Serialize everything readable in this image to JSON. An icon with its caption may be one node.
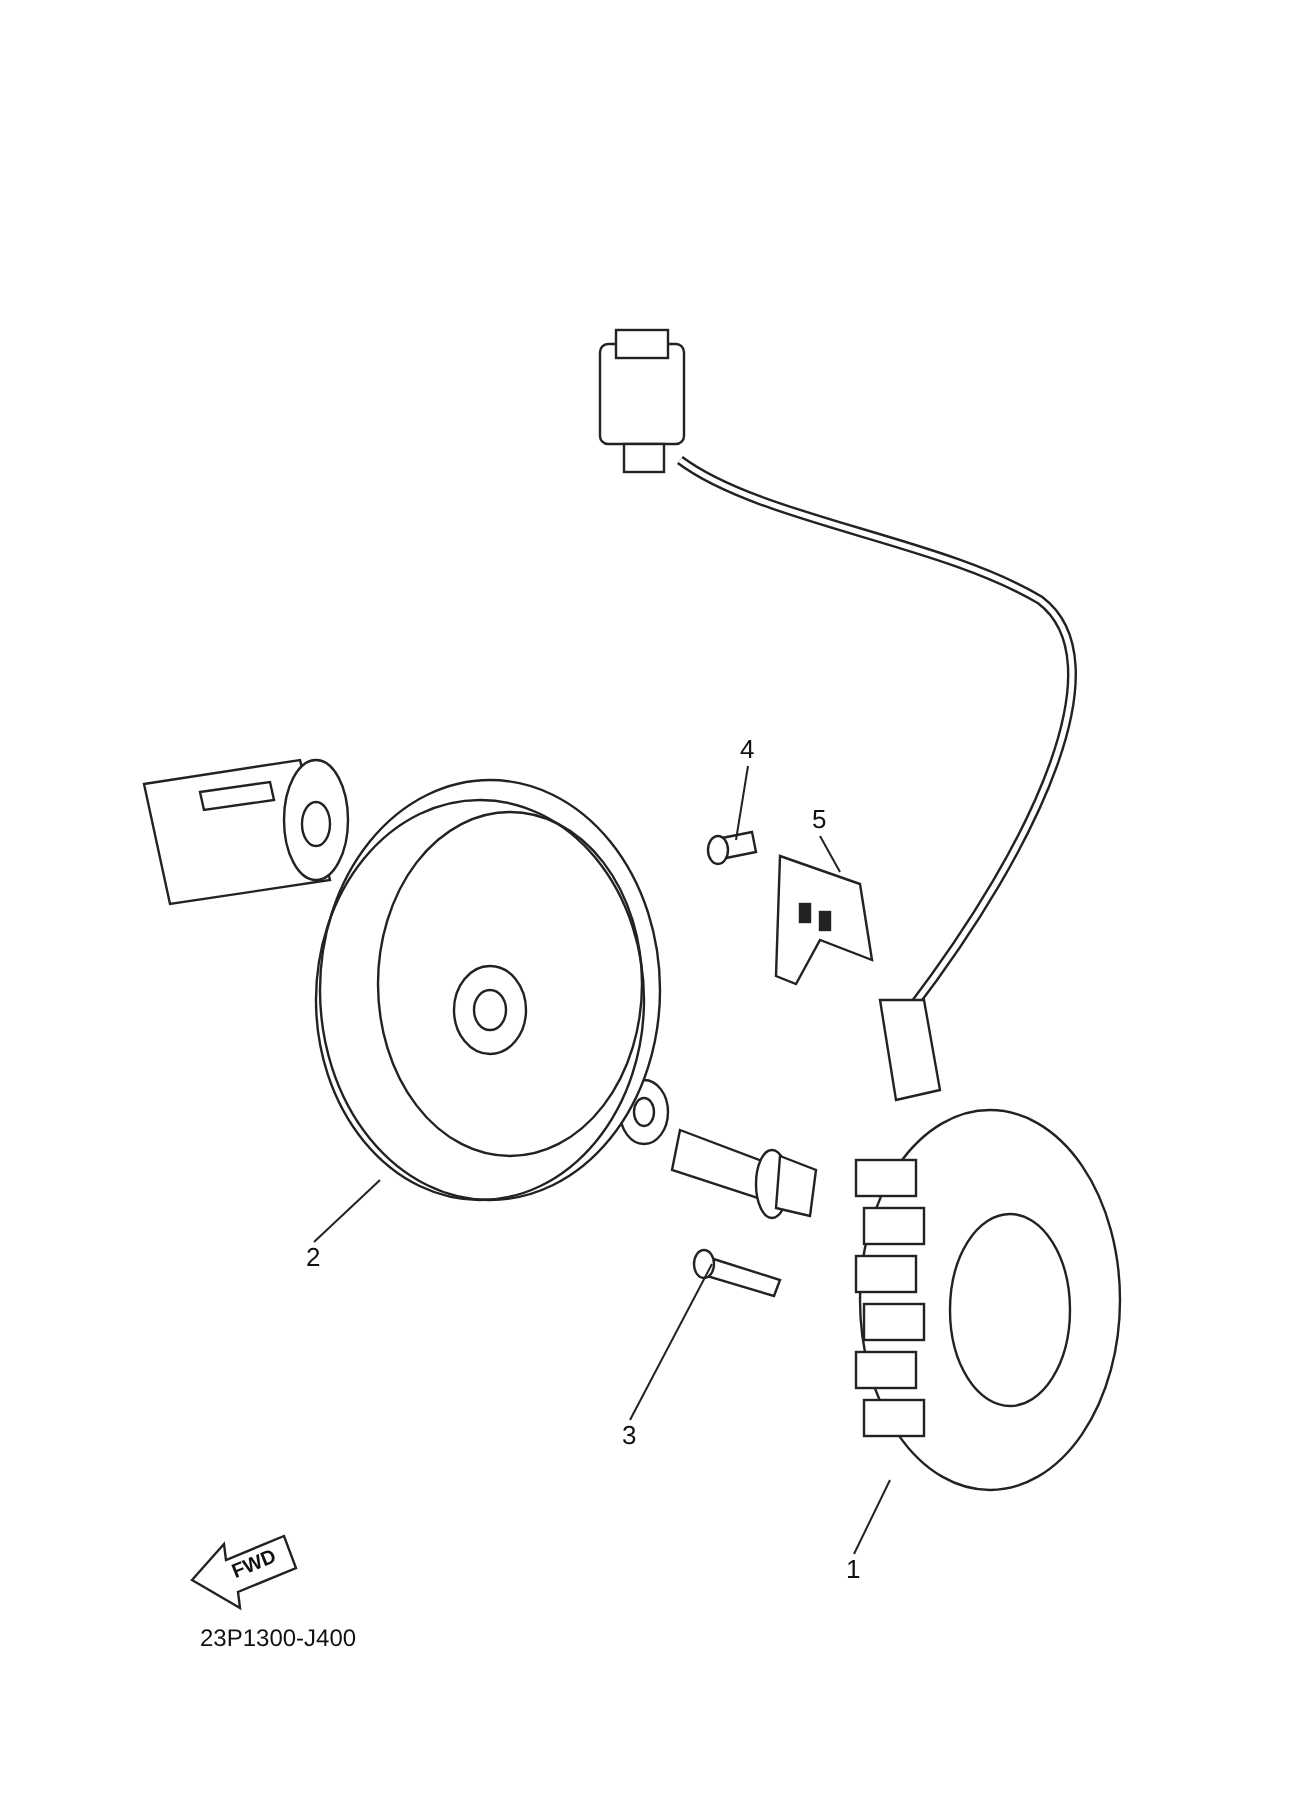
{
  "diagram": {
    "nodes": [
      {
        "text": [
          "4"
        ]
      },
      {
        "text": [
          "5"
        ]
      },
      {
        "text": [
          "2"
        ]
      },
      {
        "text": [
          "3"
        ]
      },
      {
        "text": [
          "1"
        ]
      },
      {
        "text": [],
        "shape": "picture"
      },
      {
        "text": [],
        "shape": "picture"
      },
      {
        "text": [],
        "shape": "picture"
      },
      {
        "text": [],
        "shape": "picture"
      },
      {
        "text": [],
        "shape": "picture"
      }
    ],
    "edges": [
      {
        "from": 0,
        "to": 5,
        "arrow": "none"
      },
      {
        "from": 1,
        "to": 6,
        "arrow": "none"
      },
      {
        "from": 2,
        "to": 7,
        "arrow": "none"
      },
      {
        "from": 3,
        "to": 8,
        "arrow": "none"
      },
      {
        "from": 4,
        "to": 9,
        "arrow": "none"
      }
    ],
    "labels": [
      "FWD",
      "23P1300-J400"
    ]
  }
}
